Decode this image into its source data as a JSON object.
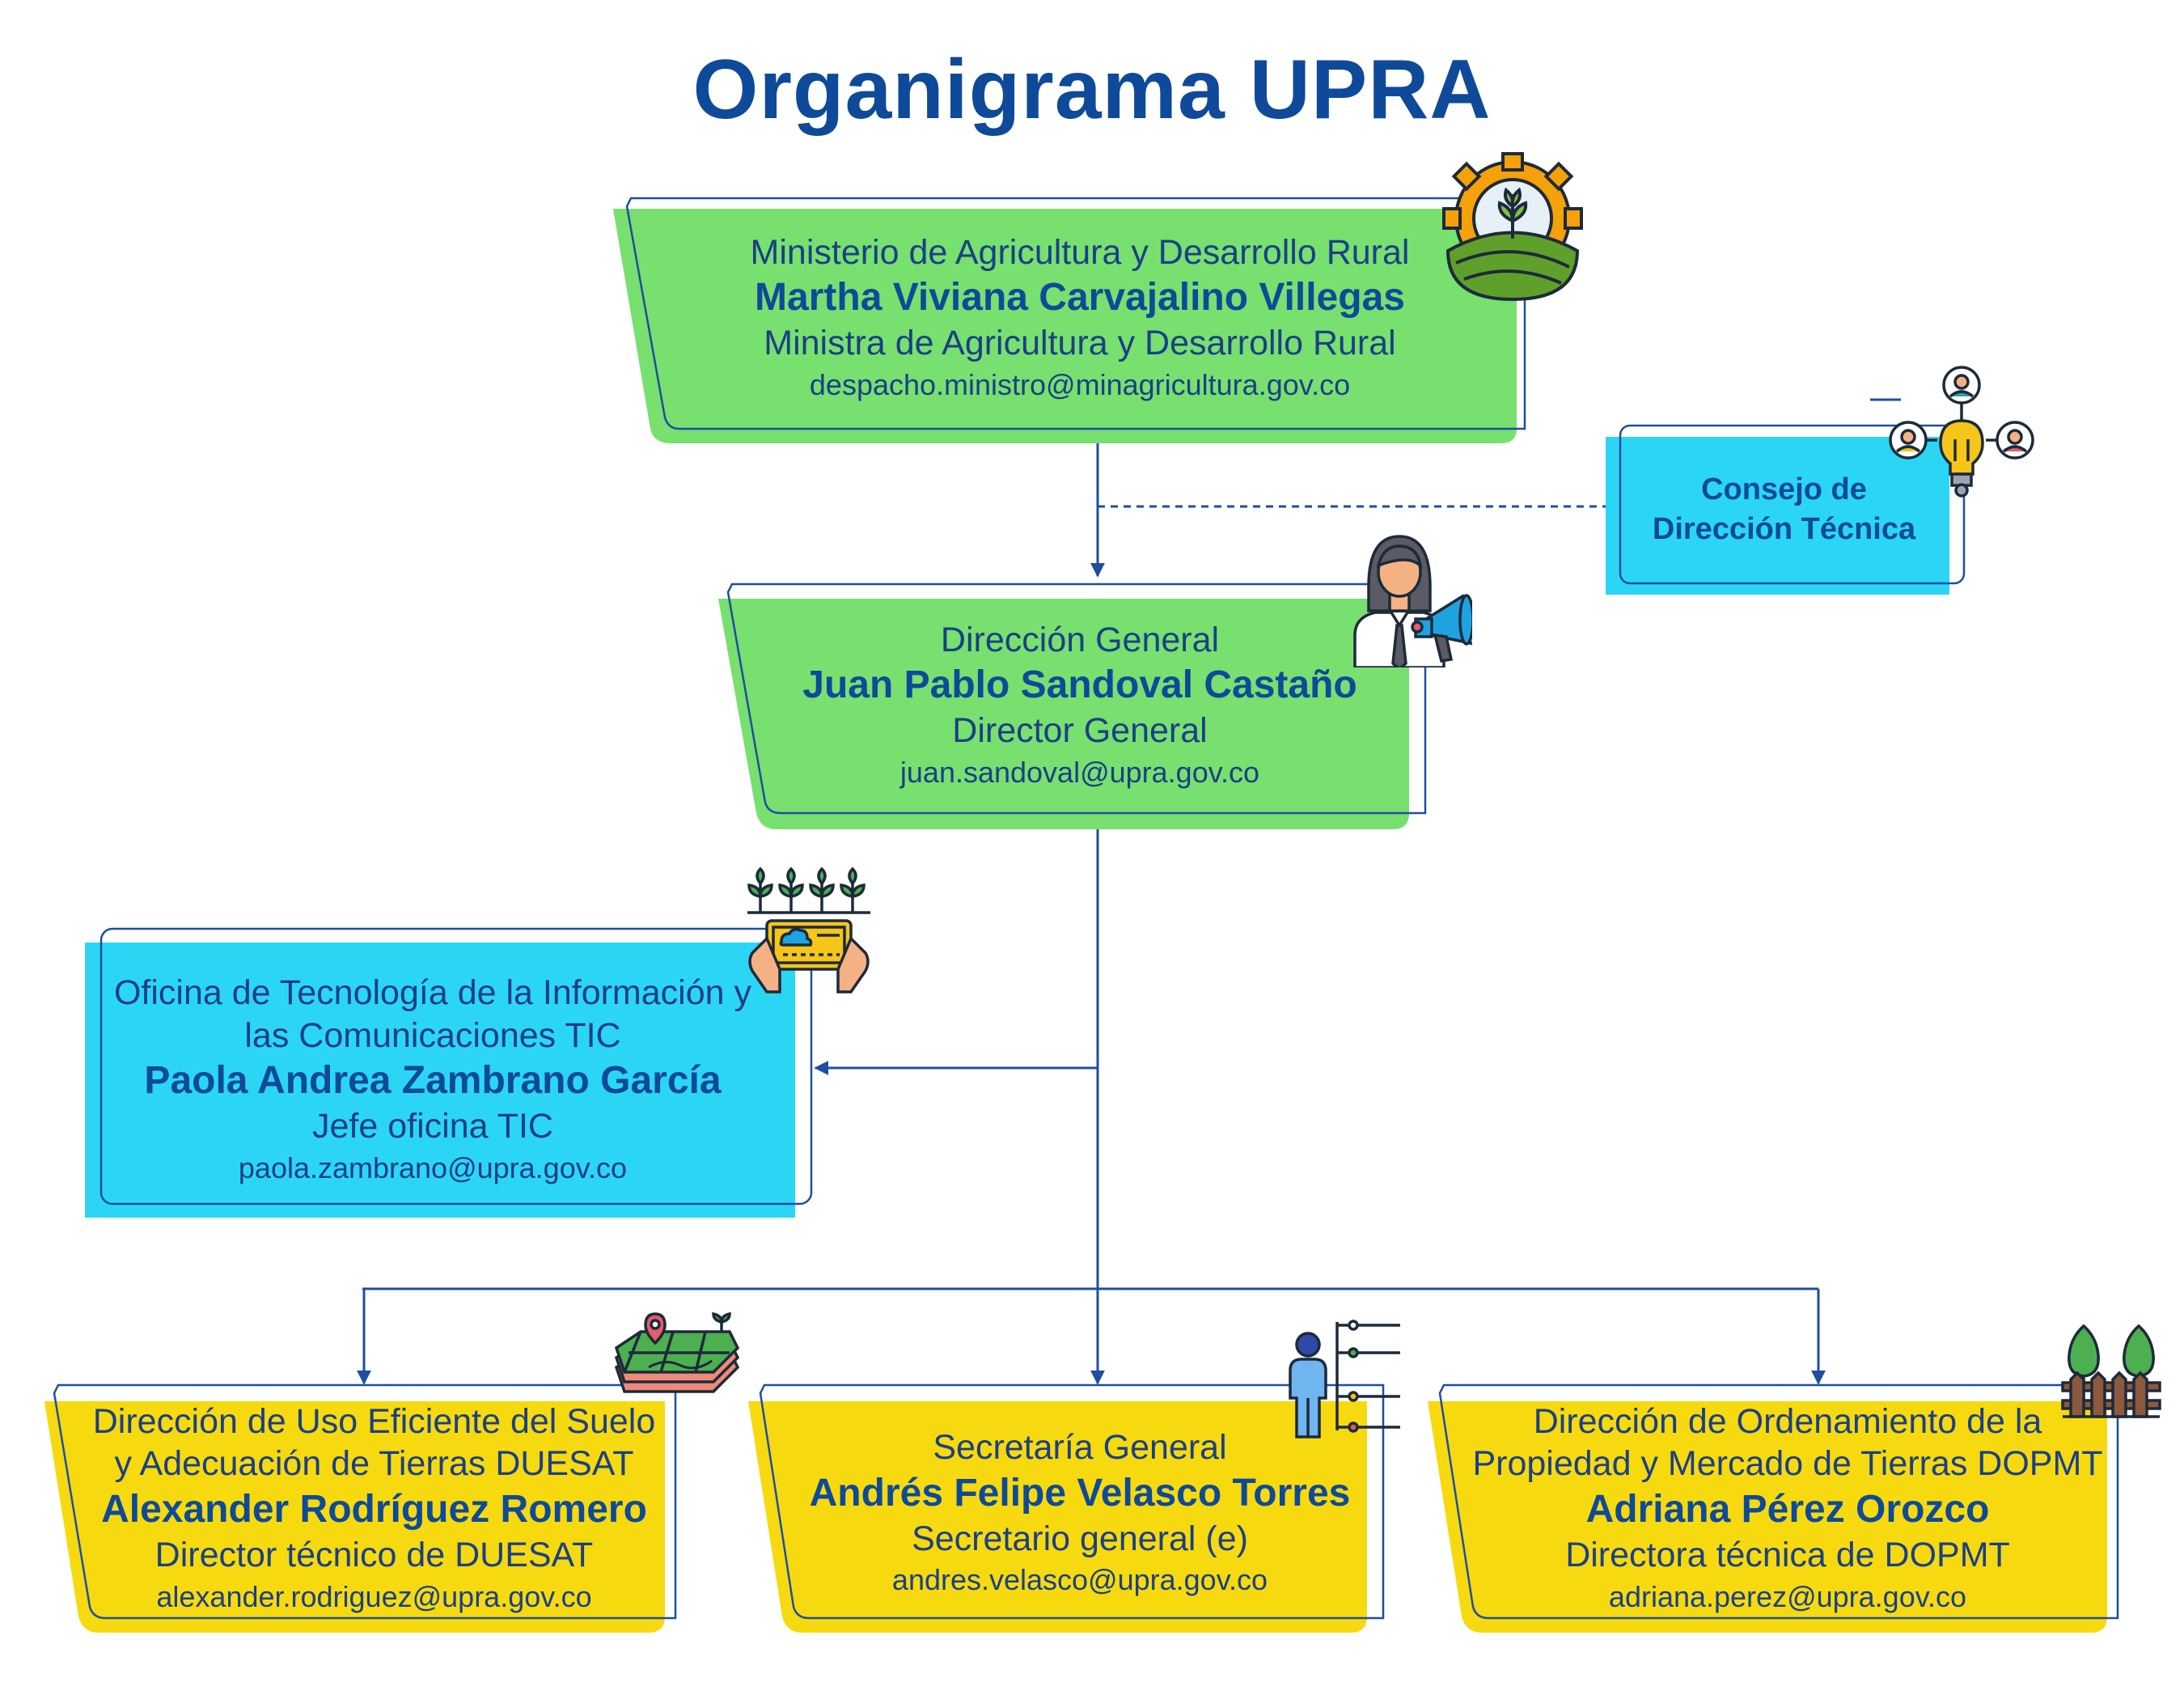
{
  "title": "Organigrama UPRA",
  "colors": {
    "green": "#77e06f",
    "cyan": "#2bd6f4",
    "yellow": "#f6da0f",
    "navy": "#0e4a99",
    "line": "#1f4ea0"
  },
  "nodes": {
    "ministry": {
      "entity": "Ministerio de Agricultura y Desarrollo Rural",
      "name": "Martha Viviana Carvajalino Villegas",
      "role": "Ministra de Agricultura y Desarrollo Rural",
      "email": "despacho.ministro@minagricultura.gov.co",
      "icon": "gear-plant-field-icon"
    },
    "council": {
      "name": "Consejo de Dirección Técnica",
      "icon": "team-lightbulb-icon"
    },
    "director": {
      "entity": "Dirección General",
      "name": "Juan Pablo Sandoval Castaño",
      "role": "Director General",
      "email": "juan.sandoval@upra.gov.co",
      "icon": "woman-megaphone-icon"
    },
    "tic": {
      "entity": "Oficina de Tecnología de la Información y las Comunicaciones TIC",
      "name": "Paola Andrea Zambrano García",
      "role": "Jefe oficina TIC",
      "email": "paola.zambrano@upra.gov.co",
      "icon": "tablet-crops-icon"
    },
    "duesat": {
      "entity": "Dirección de Uso Eficiente del Suelo y Adecuación de Tierras DUESAT",
      "name": "Alexander Rodríguez Romero",
      "role": "Director técnico de DUESAT",
      "email": "alexander.rodriguez@upra.gov.co",
      "icon": "land-map-icon"
    },
    "secretary": {
      "entity": "Secretaría General",
      "name": "Andrés Felipe Velasco Torres",
      "role": "Secretario general (e)",
      "email": "andres.velasco@upra.gov.co",
      "icon": "person-hierarchy-icon"
    },
    "dopmt": {
      "entity": "Dirección de Ordenamiento de la Propiedad y Mercado de Tierras DOPMT",
      "name": "Adriana Pérez Orozco",
      "role": "Directora técnica de DOPMT",
      "email": "adriana.perez@upra.gov.co",
      "icon": "fence-trees-icon"
    }
  }
}
